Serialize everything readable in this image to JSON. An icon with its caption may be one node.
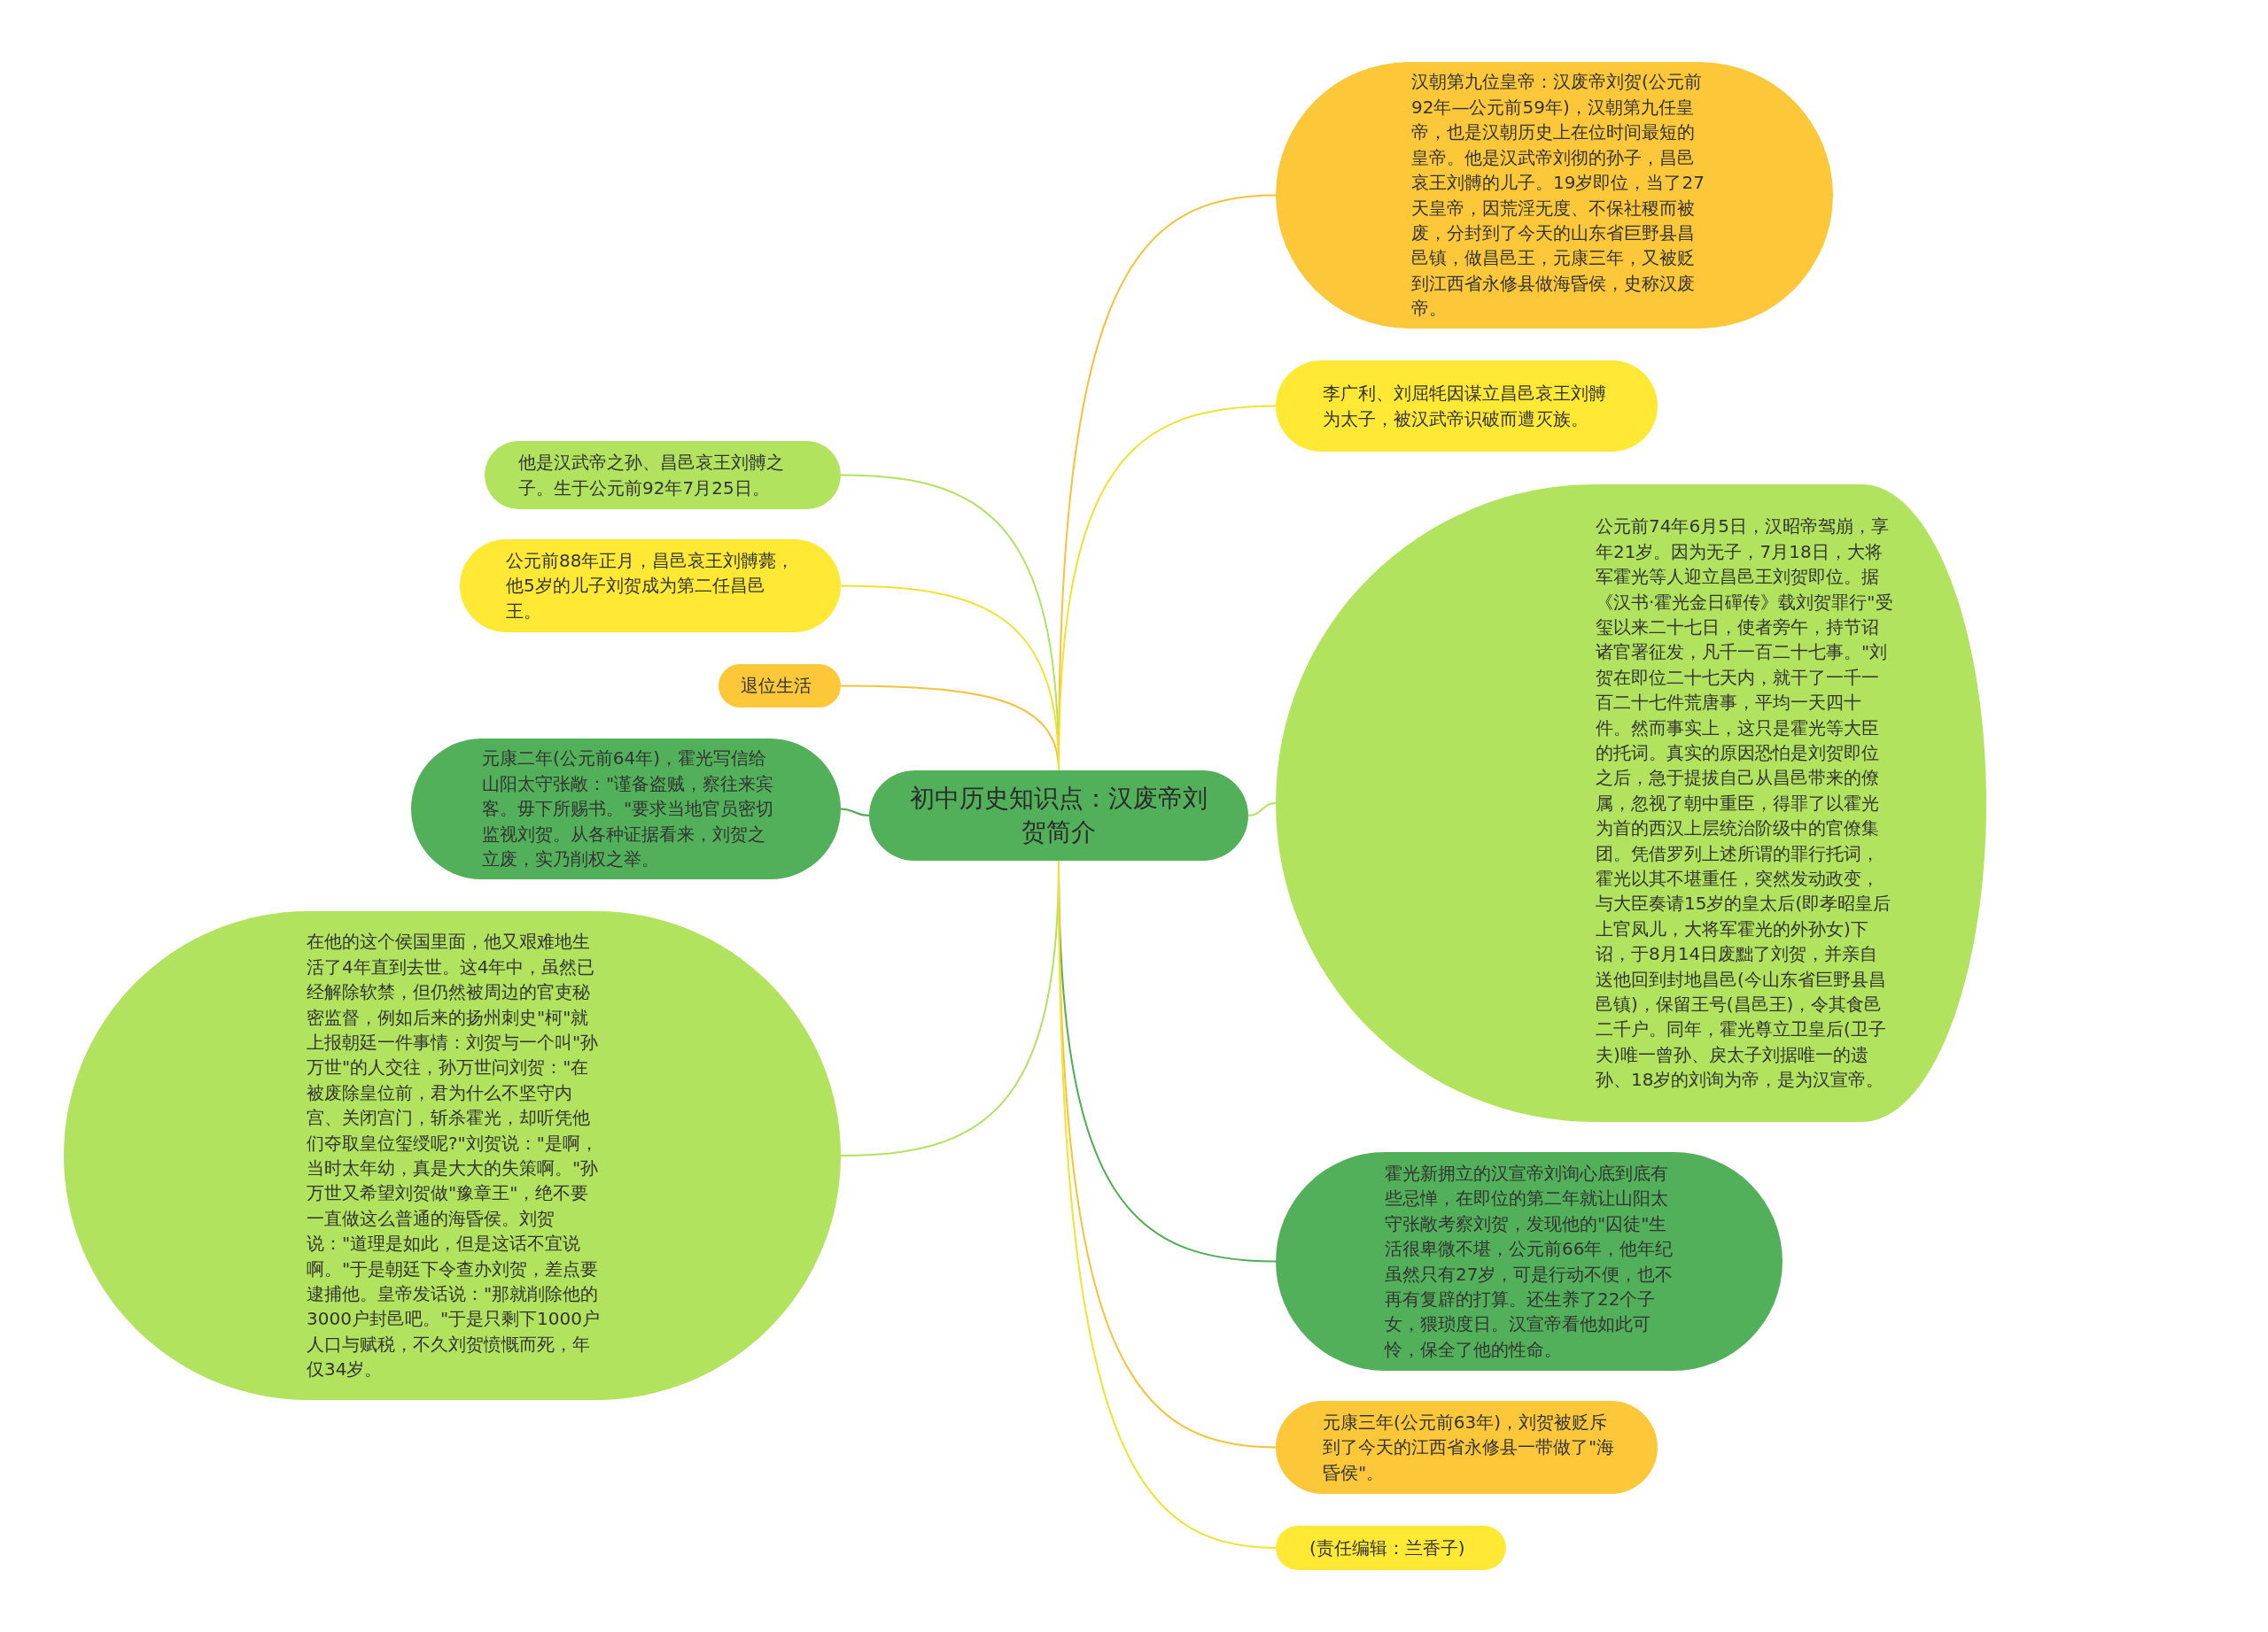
{
  "diagram": {
    "nodes": [
      {
        "text": [
          "初中历史知识点：汉废帝刘贺简介"
        ]
      },
      {
        "text": [
          "他是汉武帝之孙、昌邑哀王刘髆之子。生于公元前92年7月25日。"
        ]
      },
      {
        "text": [
          "公元前88年正月，昌邑哀王刘髆薨，他5岁的儿子刘贺成为第二任昌邑王。"
        ]
      },
      {
        "text": [
          "退位生活"
        ]
      },
      {
        "text": [
          "元康二年(公元前64年)，霍光写信给山阳太守张敞：\"谨备盗贼，察往来宾客。毋下所赐书。\"要求当地官员密切监视刘贺。从各种证据看来，刘贺之立废，实乃削权之举。"
        ]
      },
      {
        "text": [
          "在他的这个侯国里面，他又艰难地生活了4年直到去世。这4年中，虽然已经解除软禁，但仍然被周边的官吏秘密监督，例如后来的扬州刺史\"柯\"就上报朝廷一件事情：刘贺与一个叫\"孙万世\"的人交往，孙万世问刘贺：\"在被废除皇位前，君为什么不坚守内宫、关闭宫门，斩杀霍光，却听凭他们夺取皇位玺绶呢?\"刘贺说：\"是啊，当时太年幼，真是大大的失策啊。\"孙万世又希望刘贺做\"豫章王\"，绝不要一直做这么普通的海昏侯。刘贺说：\"道理是如此，但是这话不宜说啊。\"于是朝廷下令查办刘贺，差点要逮捕他。皇帝发话说：\"那就削除他的3000户封邑吧。\"于是只剩下1000户人口与赋税，不久刘贺愤慨而死，年仅34岁。"
        ]
      },
      {
        "text": [
          "汉朝第九位皇帝：汉废帝刘贺(公元前92年—公元前59年)，汉朝第九任皇帝，也是汉朝历史上在位时间最短的皇帝。他是汉武帝刘彻的孙子，昌邑哀王刘髆的儿子。19岁即位，当了27天皇帝，因荒淫无度、不保社稷而被废，分封到了今天的山东省巨野县昌邑镇，做昌邑王，元康三年，又被贬到江西省永修县做海昏侯，史称汉废帝。"
        ]
      },
      {
        "text": [
          "李广利、刘屈牦因谋立昌邑哀王刘髆为太子，被汉武帝识破而遭灭族。"
        ]
      },
      {
        "text": [
          "公元前74年6月5日，汉昭帝驾崩，享年21岁。因为无子，7月18日，大将军霍光等人迎立昌邑王刘贺即位。据《汉书·霍光金日磾传》载刘贺罪行\"受玺以来二十七日，使者旁午，持节诏诸官署征发，凡千一百二十七事。\"刘贺在即位二十七天内，就干了一千一百二十七件荒唐事，平均一天四十件。然而事实上，这只是霍光等大臣的托词。真实的原因恐怕是刘贺即位之后，急于提拔自己从昌邑带来的僚属，忽视了朝中重臣，得罪了以霍光为首的西汉上层统治阶级中的官僚集团。凭借罗列上述所谓的罪行托词，霍光以其不堪重任，突然发动政变，与大臣奏请15岁的皇太后(即孝昭皇后上官凤儿，大将军霍光的外孙女)下诏，于8月14日废黜了刘贺，并亲自送他回到封地昌邑(今山东省巨野县昌邑镇)，保留王号(昌邑王)，令其食邑二千户。同年，霍光尊立卫皇后(卫子夫)唯一曾孙、戾太子刘据唯一的遗孙、18岁的刘询为帝，是为汉宣帝。"
        ]
      },
      {
        "text": [
          "霍光新拥立的汉宣帝刘询心底到底有些忌惮，在即位的第二年就让山阳太守张敞考察刘贺，发现他的\"囚徒\"生活很卑微不堪，公元前66年，他年纪虽然只有27岁，可是行动不便，也不再有复辟的打算。还生养了22个子女，猥琐度日。汉宣帝看他如此可怜，保全了他的性命。"
        ]
      },
      {
        "text": [
          "元康三年(公元前63年)，刘贺被贬斥到了今天的江西省永修县一带做了\"海昏侯\"。"
        ]
      },
      {
        "text": [
          "(责任编辑：兰香子)"
        ]
      }
    ],
    "edges": [
      {
        "from": 0,
        "to": 1,
        "arrow": "none",
        "color": "#b2e35e"
      },
      {
        "from": 0,
        "to": 2,
        "arrow": "none",
        "color": "#f2e230"
      },
      {
        "from": 0,
        "to": 3,
        "arrow": "none",
        "color": "#f6c23a"
      },
      {
        "from": 0,
        "to": 4,
        "arrow": "none",
        "color": "#4fae56"
      },
      {
        "from": 0,
        "to": 5,
        "arrow": "none",
        "color": "#b2e35e"
      },
      {
        "from": 0,
        "to": 6,
        "arrow": "none",
        "color": "#f6c23a"
      },
      {
        "from": 0,
        "to": 7,
        "arrow": "none",
        "color": "#f2e230"
      },
      {
        "from": 0,
        "to": 8,
        "arrow": "none",
        "color": "#b2e35e"
      },
      {
        "from": 0,
        "to": 9,
        "arrow": "none",
        "color": "#4fae56"
      },
      {
        "from": 0,
        "to": 10,
        "arrow": "none",
        "color": "#f6c23a"
      },
      {
        "from": 0,
        "to": 11,
        "arrow": "none",
        "color": "#f2e230"
      }
    ]
  }
}
